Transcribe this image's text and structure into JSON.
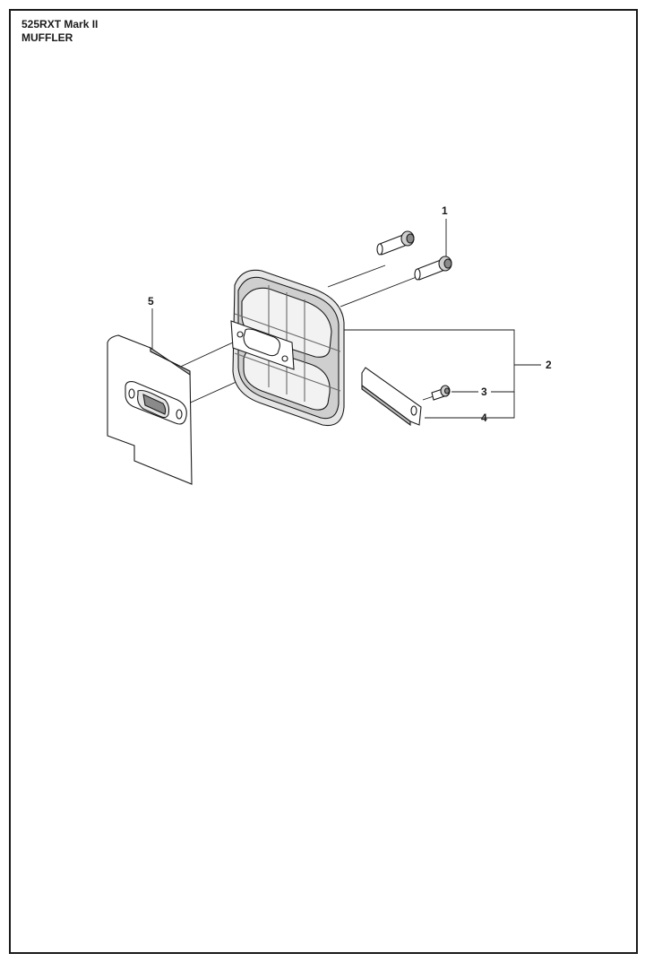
{
  "header": {
    "model": "525RXT Mark II",
    "section": "MUFFLER"
  },
  "callouts": {
    "c1": "1",
    "c2": "2",
    "c3": "3",
    "c4": "4",
    "c5": "5"
  },
  "colors": {
    "stroke": "#1a1a1a",
    "shade": "#9a9a9a",
    "light": "#e6e6e6",
    "border": "#1a1a1a"
  }
}
